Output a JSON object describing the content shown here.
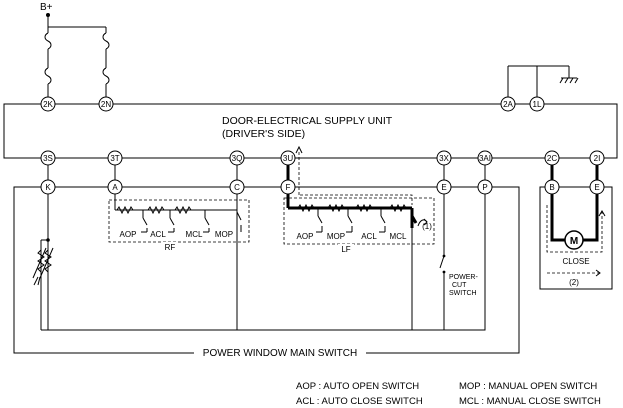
{
  "power_label": "B+",
  "unit": {
    "title_line1": "DOOR-ELECTRICAL SUPPLY UNIT",
    "title_line2": "(DRIVER'S SIDE)",
    "top_terminals": [
      "2K",
      "2N",
      "2A",
      "1L"
    ],
    "bottom_terminals": [
      "3S",
      "3T",
      "3Q",
      "3U",
      "3X",
      "3AI",
      "2C",
      "2I"
    ]
  },
  "main_switch": {
    "label": "POWER WINDOW MAIN SWITCH",
    "terminals": [
      "K",
      "A",
      "C",
      "F",
      "E",
      "P"
    ],
    "rf_group": {
      "label": "RF",
      "switches": [
        "AOP",
        "ACL",
        "MCL",
        "MOP"
      ]
    },
    "lf_group": {
      "label": "LF",
      "switches": [
        "AOP",
        "MOP",
        "ACL",
        "MCL"
      ]
    },
    "power_cut_switch_label": [
      "POWER-",
      "CUT",
      "SWITCH"
    ],
    "marker_1": "(1)"
  },
  "motor": {
    "terminals": [
      "B",
      "E"
    ],
    "symbol": "M",
    "direction_label": "CLOSE",
    "marker_2": "(2)"
  },
  "legend": [
    {
      "abbr": "AOP",
      "text": "AOP : AUTO OPEN SWITCH"
    },
    {
      "abbr": "ACL",
      "text": "ACL : AUTO CLOSE SWITCH"
    },
    {
      "abbr": "MOP",
      "text": "MOP : MANUAL OPEN SWITCH"
    },
    {
      "abbr": "MCL",
      "text": "MCL : MANUAL CLOSE SWITCH"
    }
  ]
}
